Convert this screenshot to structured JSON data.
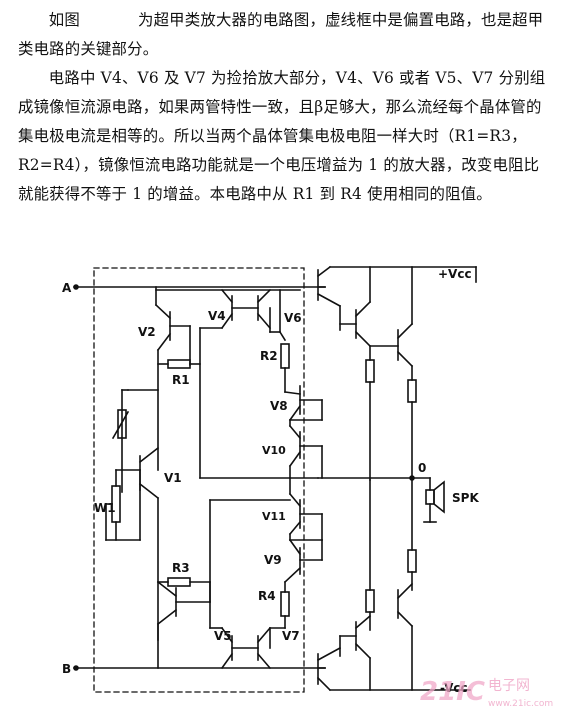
{
  "text": {
    "p1_a": "如图",
    "p1_b": "为超甲类放大器的电路图，虚线框中是偏置电路，也是超甲类电路的关键部分。",
    "p2": "电路中 V4、V6 及 V7 为捡拾放大部分，V4、V6 或者 V5、V7 分别组成镜像恒流源电路，如果两管特性一致，且β足够大，那么流经每个晶体管的集电极电流是相等的。所以当两个晶体管集电极电阻一样大时（R1=R3，R2=R4），镜像恒流电路功能就是一个电压增益为 1 的放大器，改变电阻比就能获得不等于 1 的增益。本电路中从 R1 到 R4 使用相同的阻值。"
  },
  "diagram": {
    "labels": {
      "A": "A",
      "B": "B",
      "vcc": "+Vcc",
      "vee": "-Vcc",
      "zero": "0",
      "spk": "SPK",
      "V1": "V1",
      "V2": "V2",
      "V4": "V4",
      "V5": "V5",
      "V6": "V6",
      "V7": "V7",
      "V8": "V8",
      "V9": "V9",
      "V10": "V10",
      "V11": "V11",
      "R1": "R1",
      "R2": "R2",
      "R3": "R3",
      "R4": "R4",
      "W1": "W1"
    },
    "watermark": {
      "brand": "21IC",
      "cn": "电子网",
      "url": "www.21ic.com"
    }
  }
}
